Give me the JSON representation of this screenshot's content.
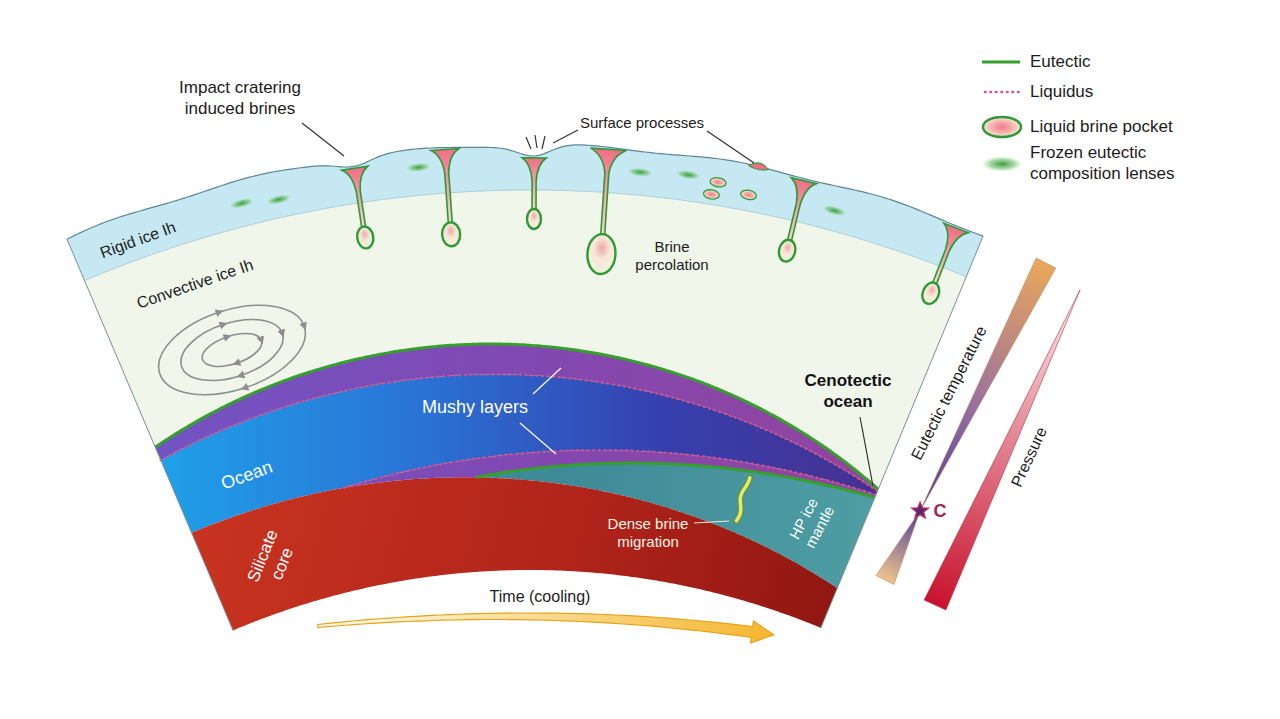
{
  "diagram": {
    "nodes": [
      {
        "text": [
          "Rigid ice Ih"
        ]
      },
      {
        "text": [
          "Convective ice Ih"
        ]
      },
      {
        "text": [
          "Ocean"
        ]
      },
      {
        "text": [
          "HP ice mantle"
        ]
      },
      {
        "text": [
          "Silicate core"
        ]
      }
    ],
    "labels": [
      "Impact cratering induced brines",
      "Surface processes",
      "Brine percolation",
      "Mushy layers",
      "Cenotectic ocean",
      "Dense brine migration",
      "Time (cooling)",
      "Eutectic temperature",
      "C",
      "Pressure"
    ],
    "legend": [
      {
        "text": "Eutectic"
      },
      {
        "text": "Liquidus"
      },
      {
        "text": "Liquid brine pocket"
      },
      {
        "text": "Frozen eutectic composition lenses"
      }
    ]
  }
}
